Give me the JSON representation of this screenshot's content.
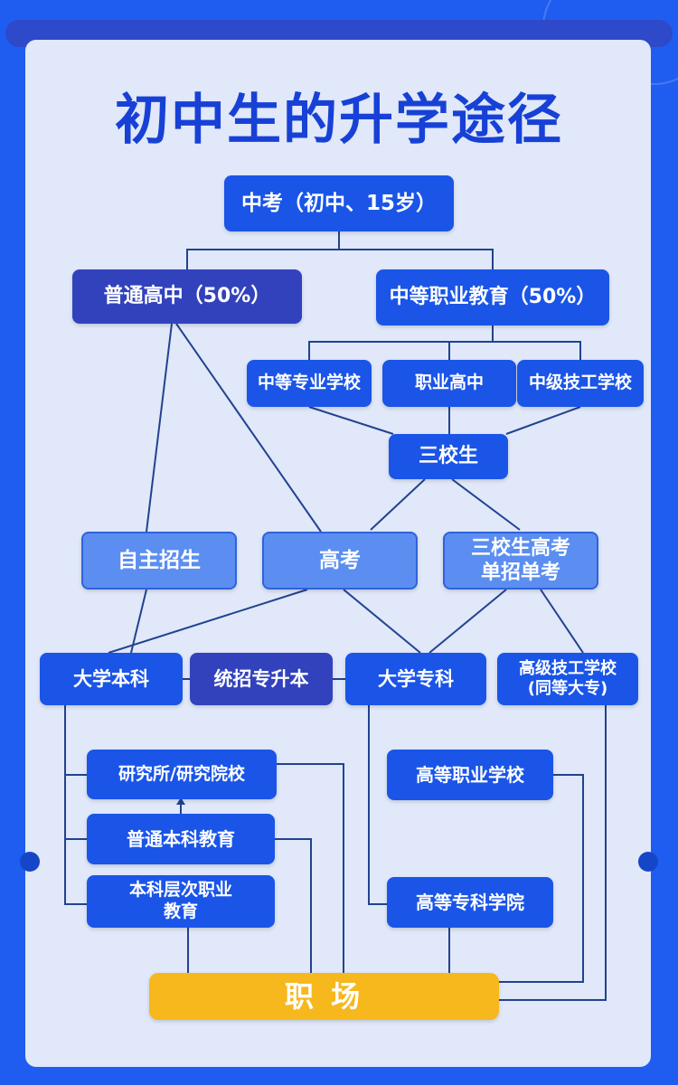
{
  "title": "初中生的升学途径",
  "nodes": {
    "zhongkao": "中考（初中、15岁）",
    "putong_gaozhong": "普通高中（50%）",
    "zhongdeng_zhiye": "中等职业教育（50%）",
    "zhongdeng_zhuanye": "中等专业学校",
    "zhiye_gaozhong": "职业高中",
    "zhongji_jigong": "中级技工学校",
    "sanxiaosheng": "三校生",
    "zizhu_zhaosheng": "自主招生",
    "gaokao": "高考",
    "sanxiaosheng_gaokao_line1": "三校生高考",
    "sanxiaosheng_gaokao_line2": "单招单考",
    "daxue_benke": "大学本科",
    "tongzhao_zhuanshengben": "统招专升本",
    "daxue_zhuanke": "大学专科",
    "gaoji_jigong_line1": "高级技工学校",
    "gaoji_jigong_line2": "(同等大专)",
    "yanjiusuo": "研究所/研究院校",
    "putong_benke": "普通本科教育",
    "benke_cengci_line1": "本科层次职业",
    "benke_cengci_line2": "教育",
    "gaodeng_zhiye": "高等职业学校",
    "gaodeng_zhuanke": "高等专科学院",
    "zhichang": "职 场"
  },
  "colors": {
    "background": "#1f5df0",
    "panel": "#e0e8f9",
    "title": "#1741d6",
    "box_blue": "#1a55e8",
    "box_navy": "#3242bd",
    "box_light": "#5b8ef0",
    "box_gold": "#f6b81c",
    "connector": "#21438f"
  }
}
